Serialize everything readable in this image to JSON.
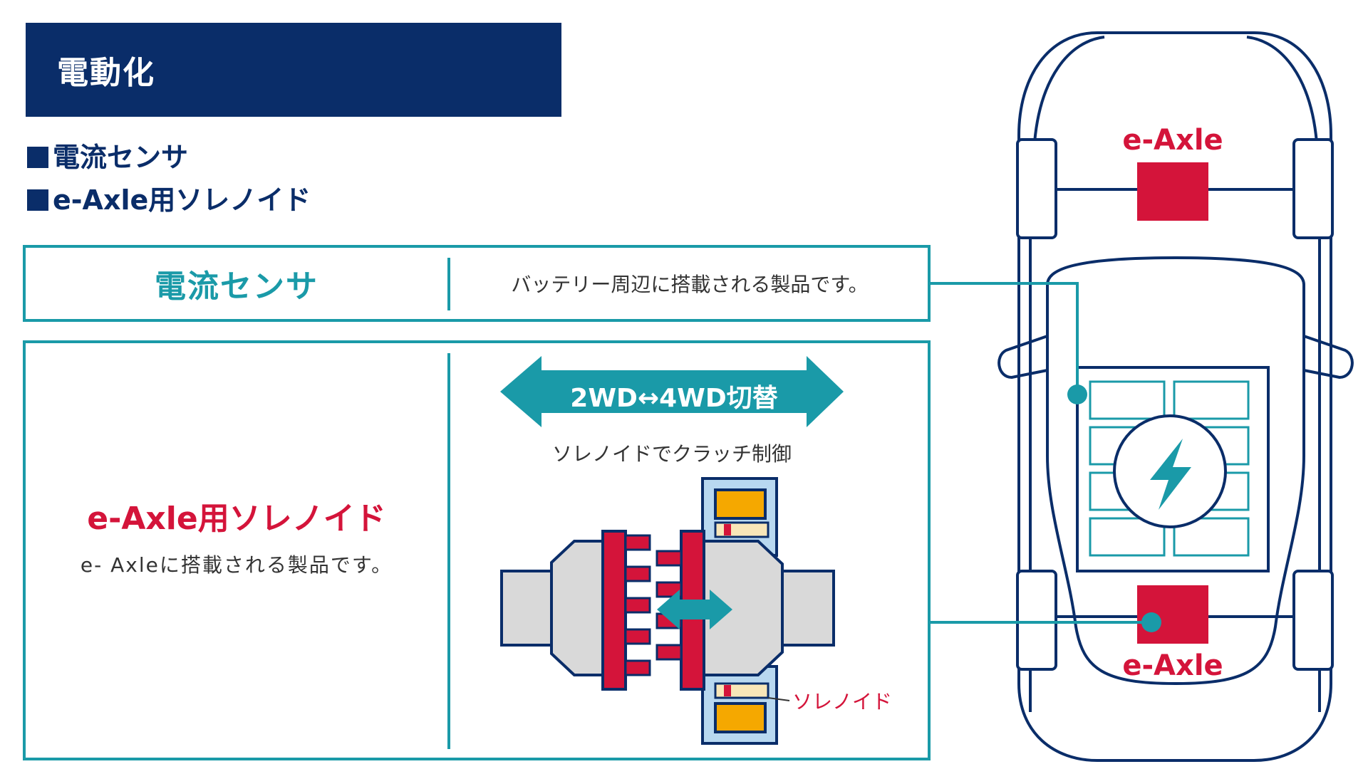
{
  "banner": {
    "title": "電動化"
  },
  "bullets": [
    {
      "marker": "■",
      "text": "電流センサ"
    },
    {
      "marker": "■",
      "text": "e-Axle用ソレノイド"
    }
  ],
  "current_sensor": {
    "title": "電流センサ",
    "description": "バッテリー周辺に搭載される製品です。"
  },
  "solenoid": {
    "title": "e-Axle用ソレノイド",
    "description": "e- Axleに搭載される製品です。",
    "switch_label": "2WD↔4WD切替",
    "caption": "ソレノイドでクラッチ制御",
    "part_label": "ソレノイド"
  },
  "car": {
    "front_label": "e-Axle",
    "rear_label": "e-Axle"
  },
  "colors": {
    "navy": "#0a2d69",
    "teal": "#1a9aa8",
    "red": "#d4143a",
    "orange": "#f5a800",
    "light_blue": "#b8d8f0",
    "gray": "#d9d9d9"
  }
}
